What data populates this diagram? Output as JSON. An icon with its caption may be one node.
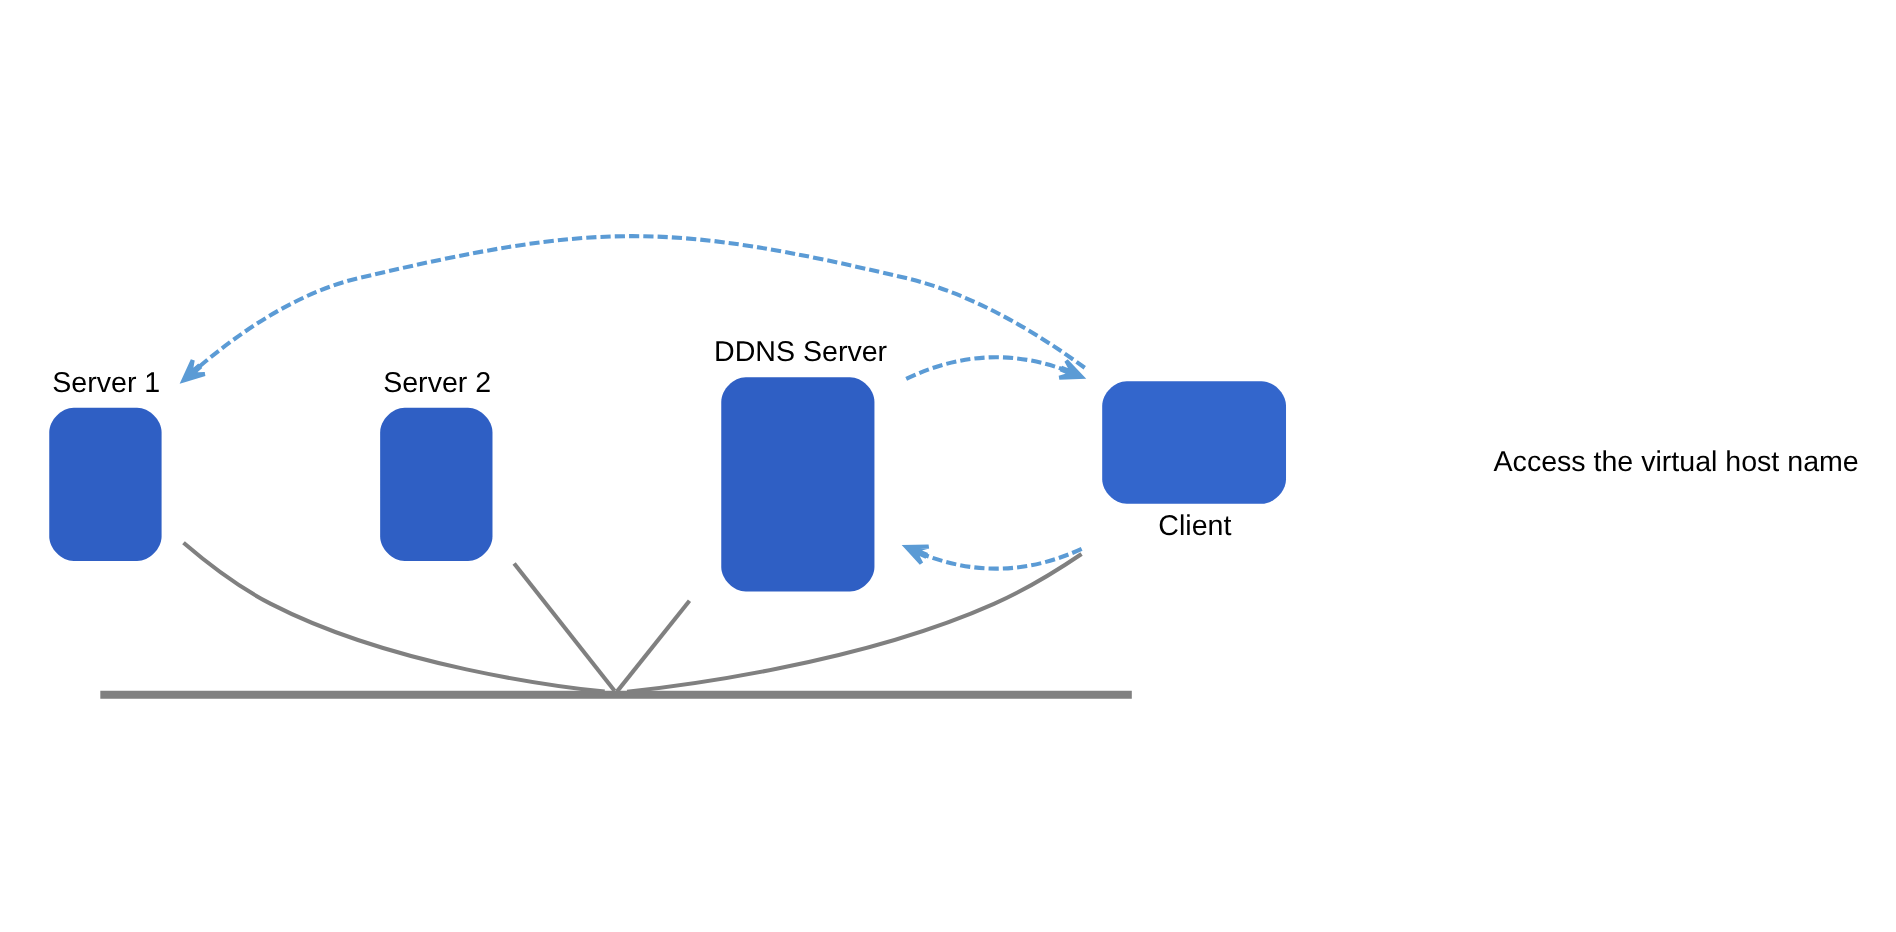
{
  "diagram": {
    "nodes": [
      {
        "text": [
          "Server 1"
        ]
      },
      {
        "text": [
          "Server 2"
        ]
      },
      {
        "text": [
          "DDNS Server"
        ]
      },
      {
        "text": [],
        "shape": "bar"
      },
      {
        "text": [
          "Client"
        ]
      }
    ],
    "edges": [
      {
        "from": 0,
        "to": 3,
        "arrow": "none"
      },
      {
        "from": 1,
        "to": 3,
        "arrow": "none"
      },
      {
        "from": 2,
        "to": 3,
        "arrow": "none"
      },
      {
        "from": 4,
        "to": 3,
        "arrow": "none"
      },
      {
        "from": 4,
        "to": 0,
        "arrow": "to",
        "style": "dashed",
        "color": "#5b9bd5"
      },
      {
        "from": 4,
        "to": 2,
        "arrow": "to",
        "style": "dashed",
        "color": "#5b9bd5"
      },
      {
        "from": 2,
        "to": 4,
        "arrow": "to",
        "style": "dashed",
        "color": "#5b9bd5"
      }
    ],
    "labels": [
      "Access the virtual host name"
    ]
  }
}
